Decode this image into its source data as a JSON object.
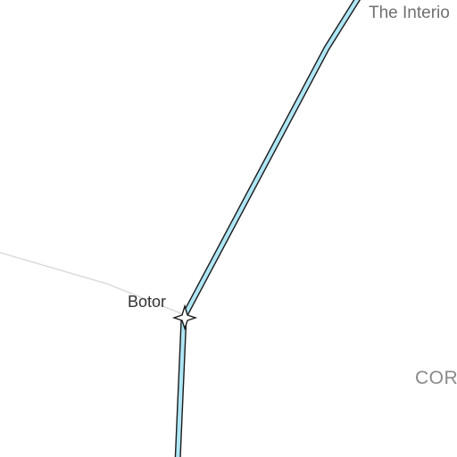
{
  "map": {
    "route_color": "#aee6f5",
    "route_casing_color": "#1a1a1a",
    "minor_road_color": "#dcdcdc",
    "stop_marker_fill": "#ffffff",
    "stop_marker_icon": "four-point-star-icon"
  },
  "labels": {
    "place_top": "The Interio",
    "stop": "Botor",
    "district": "COR"
  }
}
